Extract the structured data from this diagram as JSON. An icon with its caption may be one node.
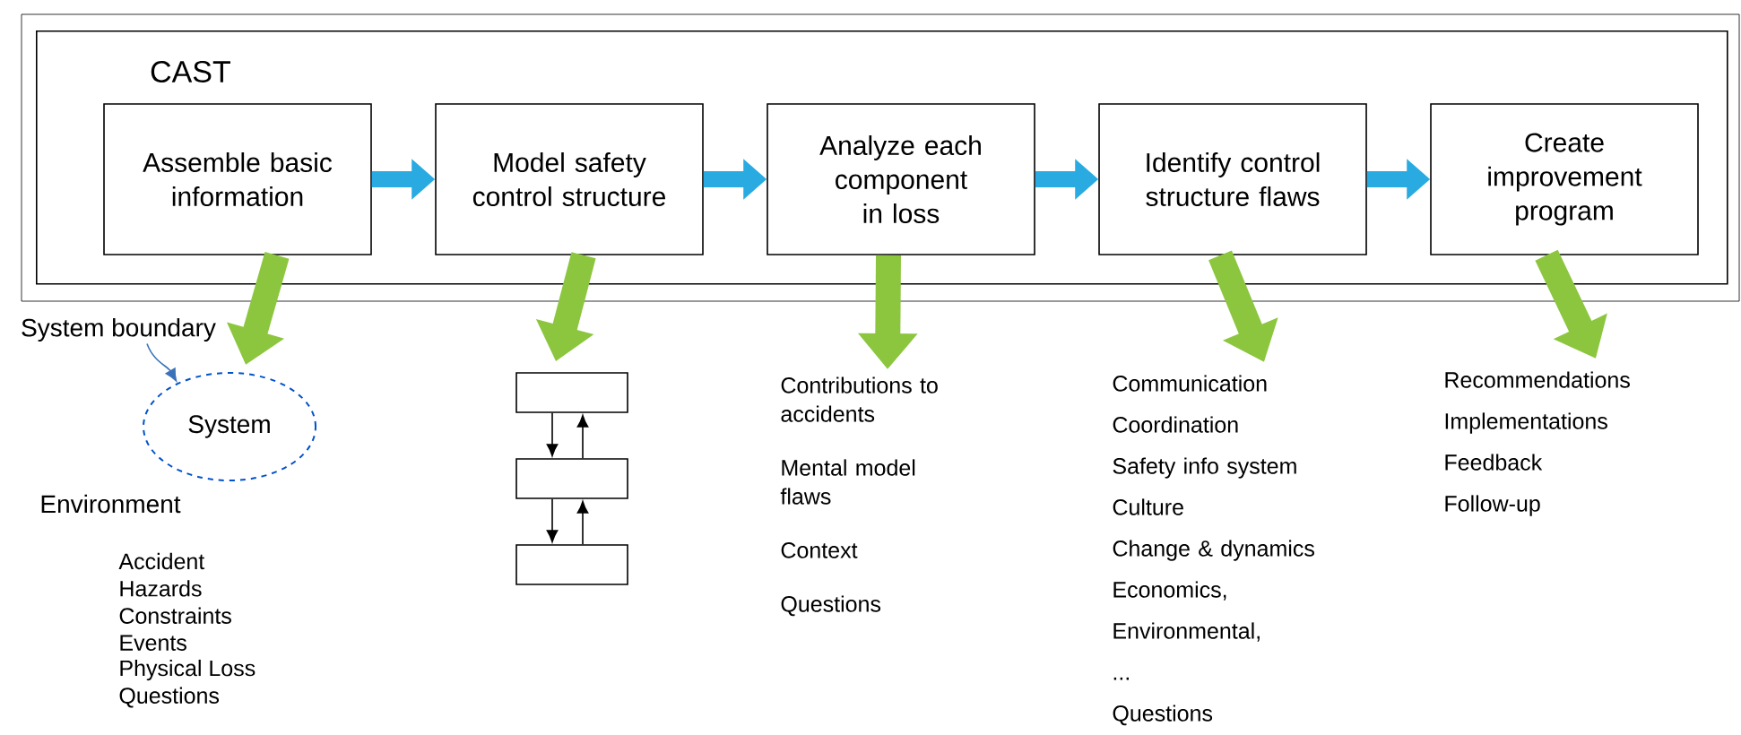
{
  "diagram": {
    "nodes": [
      {
        "text": [
          "CAST"
        ]
      },
      {
        "text": [
          "Assemble basic information"
        ],
        "in": 0
      },
      {
        "text": [
          "Model safety control structure"
        ],
        "in": 0
      },
      {
        "text": [
          "Analyze each component in loss"
        ],
        "in": 0
      },
      {
        "text": [
          "Identify control structure flaws"
        ],
        "in": 0
      },
      {
        "text": [
          "Create improvement program"
        ],
        "in": 0
      },
      {
        "text": [
          "System boundary"
        ]
      },
      {
        "text": [
          "System"
        ]
      },
      {
        "text": [],
        "shape": "box"
      },
      {
        "text": [],
        "shape": "box"
      },
      {
        "text": [],
        "shape": "box"
      },
      {
        "text": [
          "Contributions to accidents",
          "Mental model flaws",
          "Context",
          "Questions"
        ]
      },
      {
        "text": [
          "Communication",
          "Coordination",
          "Safety info system",
          "Culture",
          "Change & dynamics",
          "Economics,",
          "Environmental,",
          "...",
          "Questions"
        ]
      },
      {
        "text": [
          "Recommendations",
          "Implementations",
          "Feedback",
          "Follow-up"
        ]
      }
    ],
    "edges": [
      {
        "from": 1,
        "to": 2,
        "arrow": "to",
        "color": "#29abe2"
      },
      {
        "from": 2,
        "to": 3,
        "arrow": "to",
        "color": "#29abe2"
      },
      {
        "from": 3,
        "to": 4,
        "arrow": "to",
        "color": "#29abe2"
      },
      {
        "from": 4,
        "to": 5,
        "arrow": "to",
        "color": "#29abe2"
      },
      {
        "from": 1,
        "to": 7,
        "arrow": "to",
        "color": "#8cc63f"
      },
      {
        "from": 2,
        "to": 8,
        "arrow": "to",
        "color": "#8cc63f"
      },
      {
        "from": 3,
        "to": 11,
        "arrow": "to",
        "color": "#8cc63f"
      },
      {
        "from": 4,
        "to": 12,
        "arrow": "to",
        "color": "#8cc63f"
      },
      {
        "from": 5,
        "to": 13,
        "arrow": "to",
        "color": "#8cc63f"
      },
      {
        "from": 6,
        "to": 7,
        "arrow": "to",
        "color": "#3b73b9"
      },
      {
        "from": 8,
        "to": 9,
        "arrow": "to",
        "color": "#000000"
      },
      {
        "from": 9,
        "to": 8,
        "arrow": "to",
        "color": "#000000"
      },
      {
        "from": 9,
        "to": 10,
        "arrow": "to",
        "color": "#000000"
      },
      {
        "from": 10,
        "to": 9,
        "arrow": "to",
        "color": "#000000"
      }
    ],
    "labels": [
      "Environment",
      "Accident",
      "Hazards",
      "Constraints",
      "Events",
      "Physical Loss",
      "Questions"
    ]
  }
}
